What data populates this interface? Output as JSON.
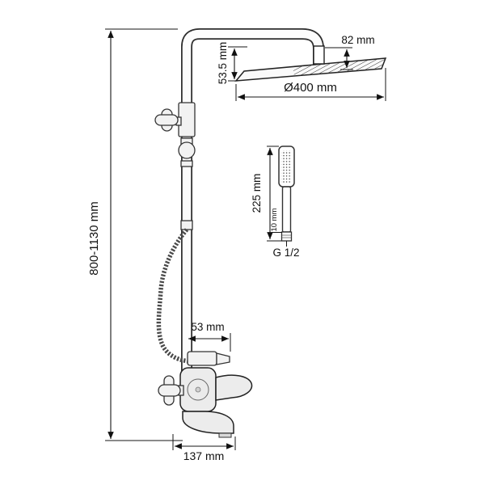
{
  "labels": {
    "overall_height": "800-1130 mm",
    "head_drop": "82 mm",
    "head_offset": "53.5 mm",
    "head_diameter": "Ø400 mm",
    "handshower_length": "225 mm",
    "handshower_fitting": "10 mm",
    "thread": "G 1/2",
    "bracket_offset": "53 mm",
    "spout_length": "137 mm"
  },
  "colors": {
    "line": "#161616",
    "part_fill": "#f2f2f2",
    "background": "#ffffff"
  }
}
